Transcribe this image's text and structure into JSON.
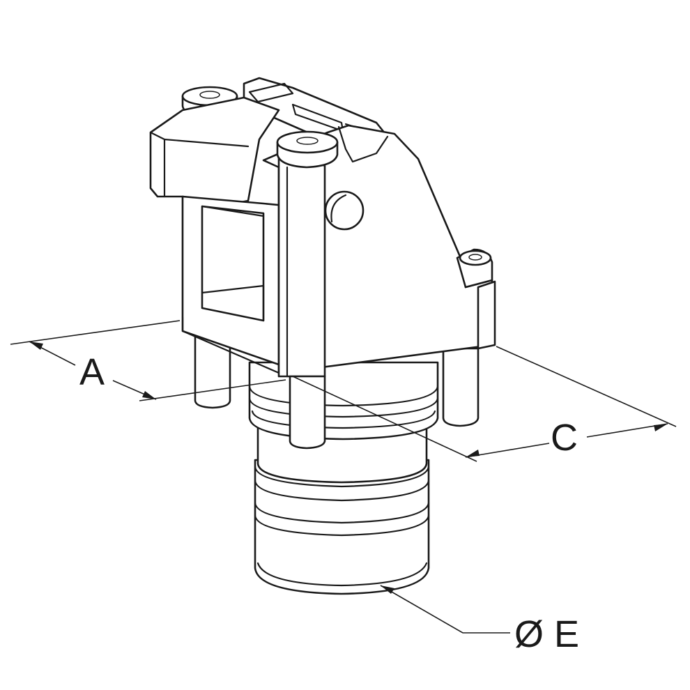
{
  "labels": {
    "dim_a": "A",
    "dim_c": "C",
    "dim_e": "Ø E"
  },
  "colors": {
    "line": "#1a1a1a",
    "background": "#ffffff"
  }
}
